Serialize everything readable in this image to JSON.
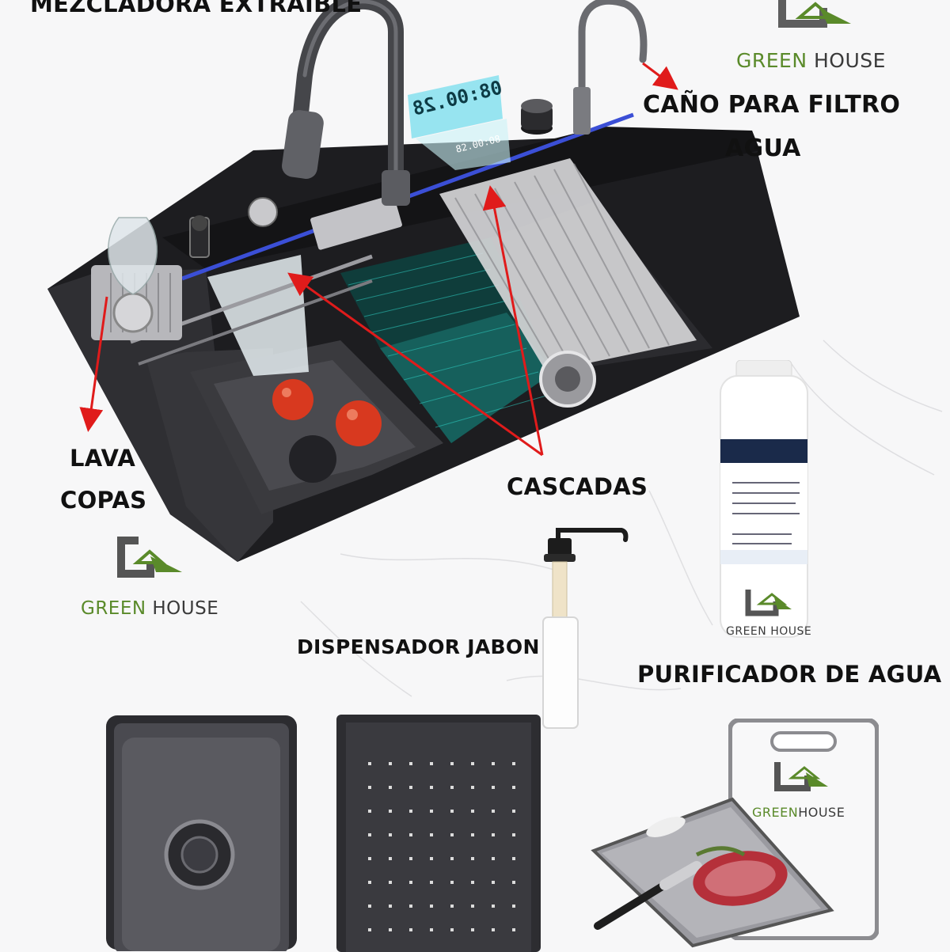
{
  "labels": {
    "mixer": "MEZCLADORA EXTRAIBLE",
    "filter_spout_line1": "CAÑO PARA FILTRO",
    "filter_spout_line2": "AGUA",
    "glass_washer_line1": "LAVA",
    "glass_washer_line2": "COPAS",
    "waterfalls": "CASCADAS",
    "soap_dispenser": "DISPENSADOR JABON",
    "water_purifier": "PURIFICADOR DE AGUA"
  },
  "brand": {
    "word1": "GREEN",
    "word2": "HOUSE",
    "color_green": "#5a8a2a",
    "color_gray": "#3a3a3a"
  },
  "display": {
    "readout_top": "08:00.28",
    "readout_bottom": "82.00:08"
  },
  "colors": {
    "arrow": "#e01b1b",
    "sink": "#2a2a2d",
    "led_strip": "#3b4fd6",
    "teal_mat": "#1fa8a0"
  }
}
